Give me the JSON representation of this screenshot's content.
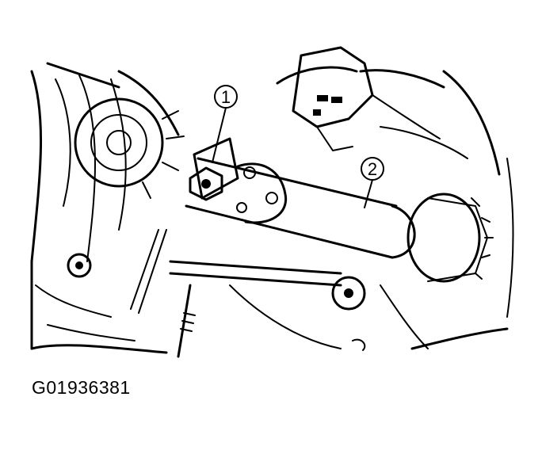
{
  "figure": {
    "id_label": "G01936381",
    "callouts": [
      {
        "label": "1",
        "target": "universal-joint-pinch-bolt"
      },
      {
        "label": "2",
        "target": "intermediate-steering-shaft"
      }
    ]
  }
}
